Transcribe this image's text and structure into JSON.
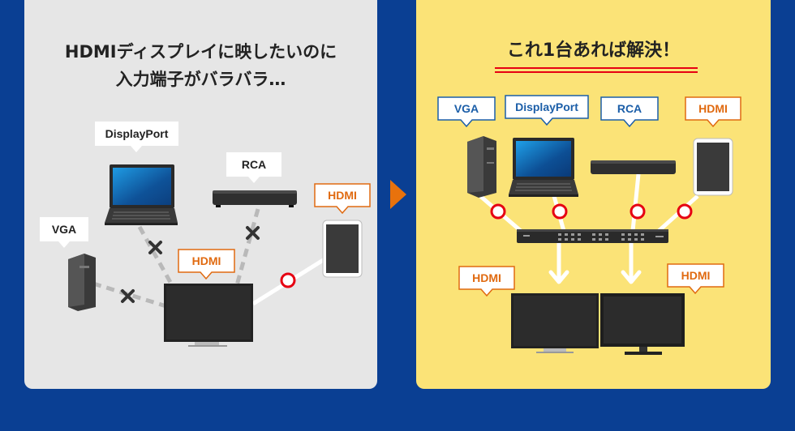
{
  "colors": {
    "background": "#0a3f93",
    "left_panel": "#e6e6e6",
    "right_panel": "#fbe377",
    "hdmi_orange": "#e06a10",
    "port_blue": "#1b5ea8",
    "ok_red": "#e60012",
    "divider_arrow": "#e8720c"
  },
  "left": {
    "title_line1": "HDMIディスプレイに映したいのに",
    "title_line2": "入力端子がバラバラ…",
    "labels": {
      "displayport": "DisplayPort",
      "vga": "VGA",
      "rca": "RCA",
      "hdmi_tablet": "HDMI",
      "hdmi_display": "HDMI"
    }
  },
  "right": {
    "title": "これ1台あれば解決！",
    "labels": {
      "vga": "VGA",
      "displayport": "DisplayPort",
      "rca": "RCA",
      "hdmi_tablet": "HDMI",
      "hdmi_out_left": "HDMI",
      "hdmi_out_right": "HDMI"
    }
  }
}
